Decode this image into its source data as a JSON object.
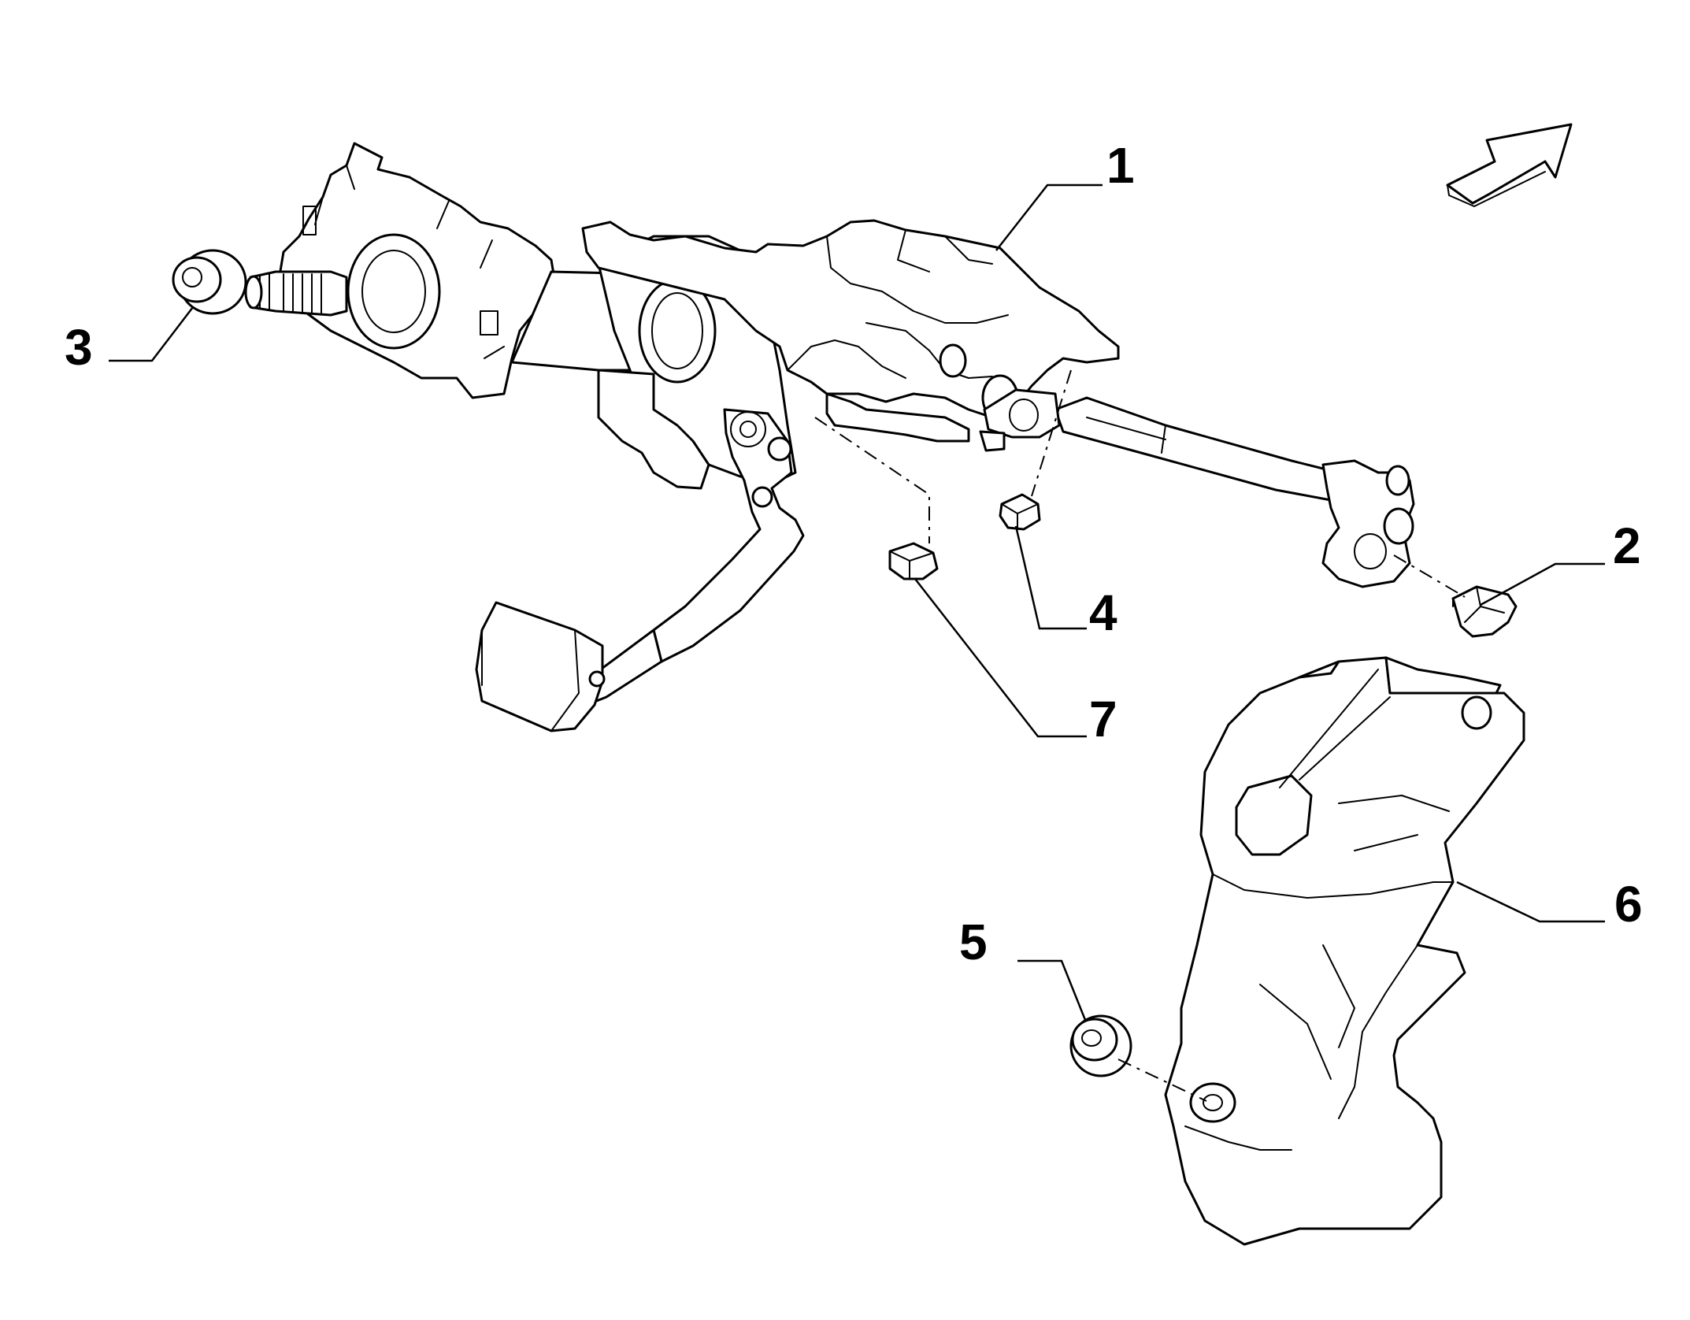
{
  "callouts": [
    {
      "id": "1",
      "label": "1"
    },
    {
      "id": "2",
      "label": "2"
    },
    {
      "id": "3",
      "label": "3"
    },
    {
      "id": "4",
      "label": "4"
    },
    {
      "id": "5",
      "label": "5"
    },
    {
      "id": "6",
      "label": "6"
    },
    {
      "id": "7",
      "label": "7"
    }
  ],
  "colors": {
    "line": "#000000",
    "background": "#ffffff"
  },
  "icons": [
    "direction-arrow-icon"
  ]
}
